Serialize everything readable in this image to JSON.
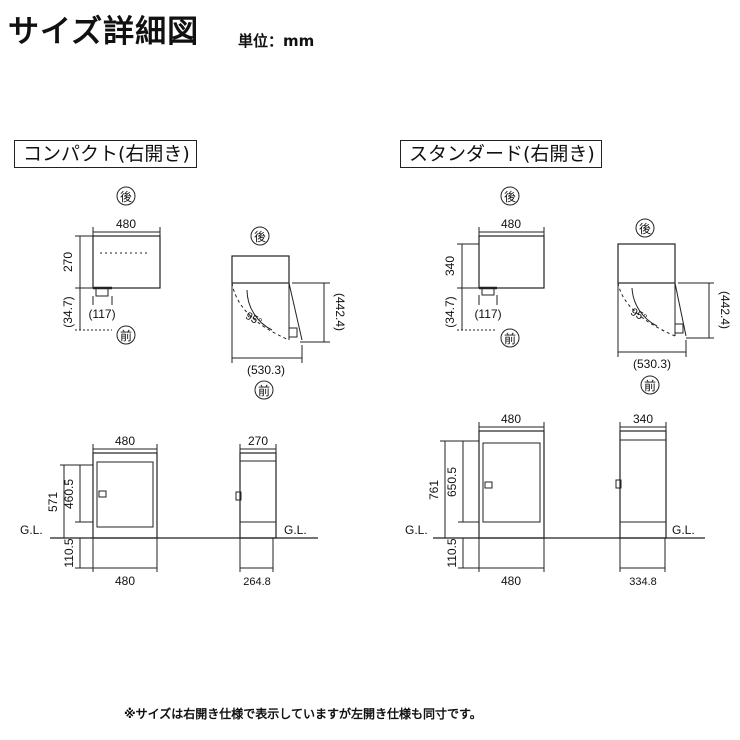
{
  "header": {
    "title": "サイズ詳細図",
    "unit": "単位：mm"
  },
  "compact": {
    "label": "コンパクト(右開き)",
    "top_view": {
      "rear_mark": "後",
      "front_mark": "前",
      "width": "480",
      "depth": "270",
      "offset_depth": "(34.7)",
      "offset_width": "(117)"
    },
    "open_view": {
      "rear_mark": "後",
      "front_mark": "前",
      "angle": "95°",
      "open_depth": "(442.4)",
      "open_width": "(530.3)"
    },
    "front_view": {
      "top_width": "480",
      "total_height": "571",
      "body_height": "460.5",
      "gl": "G.L.",
      "below_gl": "110.5",
      "bottom_width": "480"
    },
    "side_view": {
      "top_depth": "270",
      "gl": "G.L.",
      "bottom_depth": "264.8"
    }
  },
  "standard": {
    "label": "スタンダード(右開き)",
    "top_view": {
      "rear_mark": "後",
      "front_mark": "前",
      "width": "480",
      "depth": "340",
      "offset_depth": "(34.7)",
      "offset_width": "(117)"
    },
    "open_view": {
      "rear_mark": "後",
      "front_mark": "前",
      "angle": "95°",
      "open_depth": "(442.4)",
      "open_width": "(530.3)"
    },
    "front_view": {
      "top_width": "480",
      "total_height": "761",
      "body_height": "650.5",
      "gl": "G.L.",
      "below_gl": "110.5",
      "bottom_width": "480"
    },
    "side_view": {
      "top_depth": "340",
      "gl": "G.L.",
      "bottom_depth": "334.8"
    }
  },
  "footnote": "※サイズは右開き仕様で表示していますが左開き仕様も同寸です。"
}
